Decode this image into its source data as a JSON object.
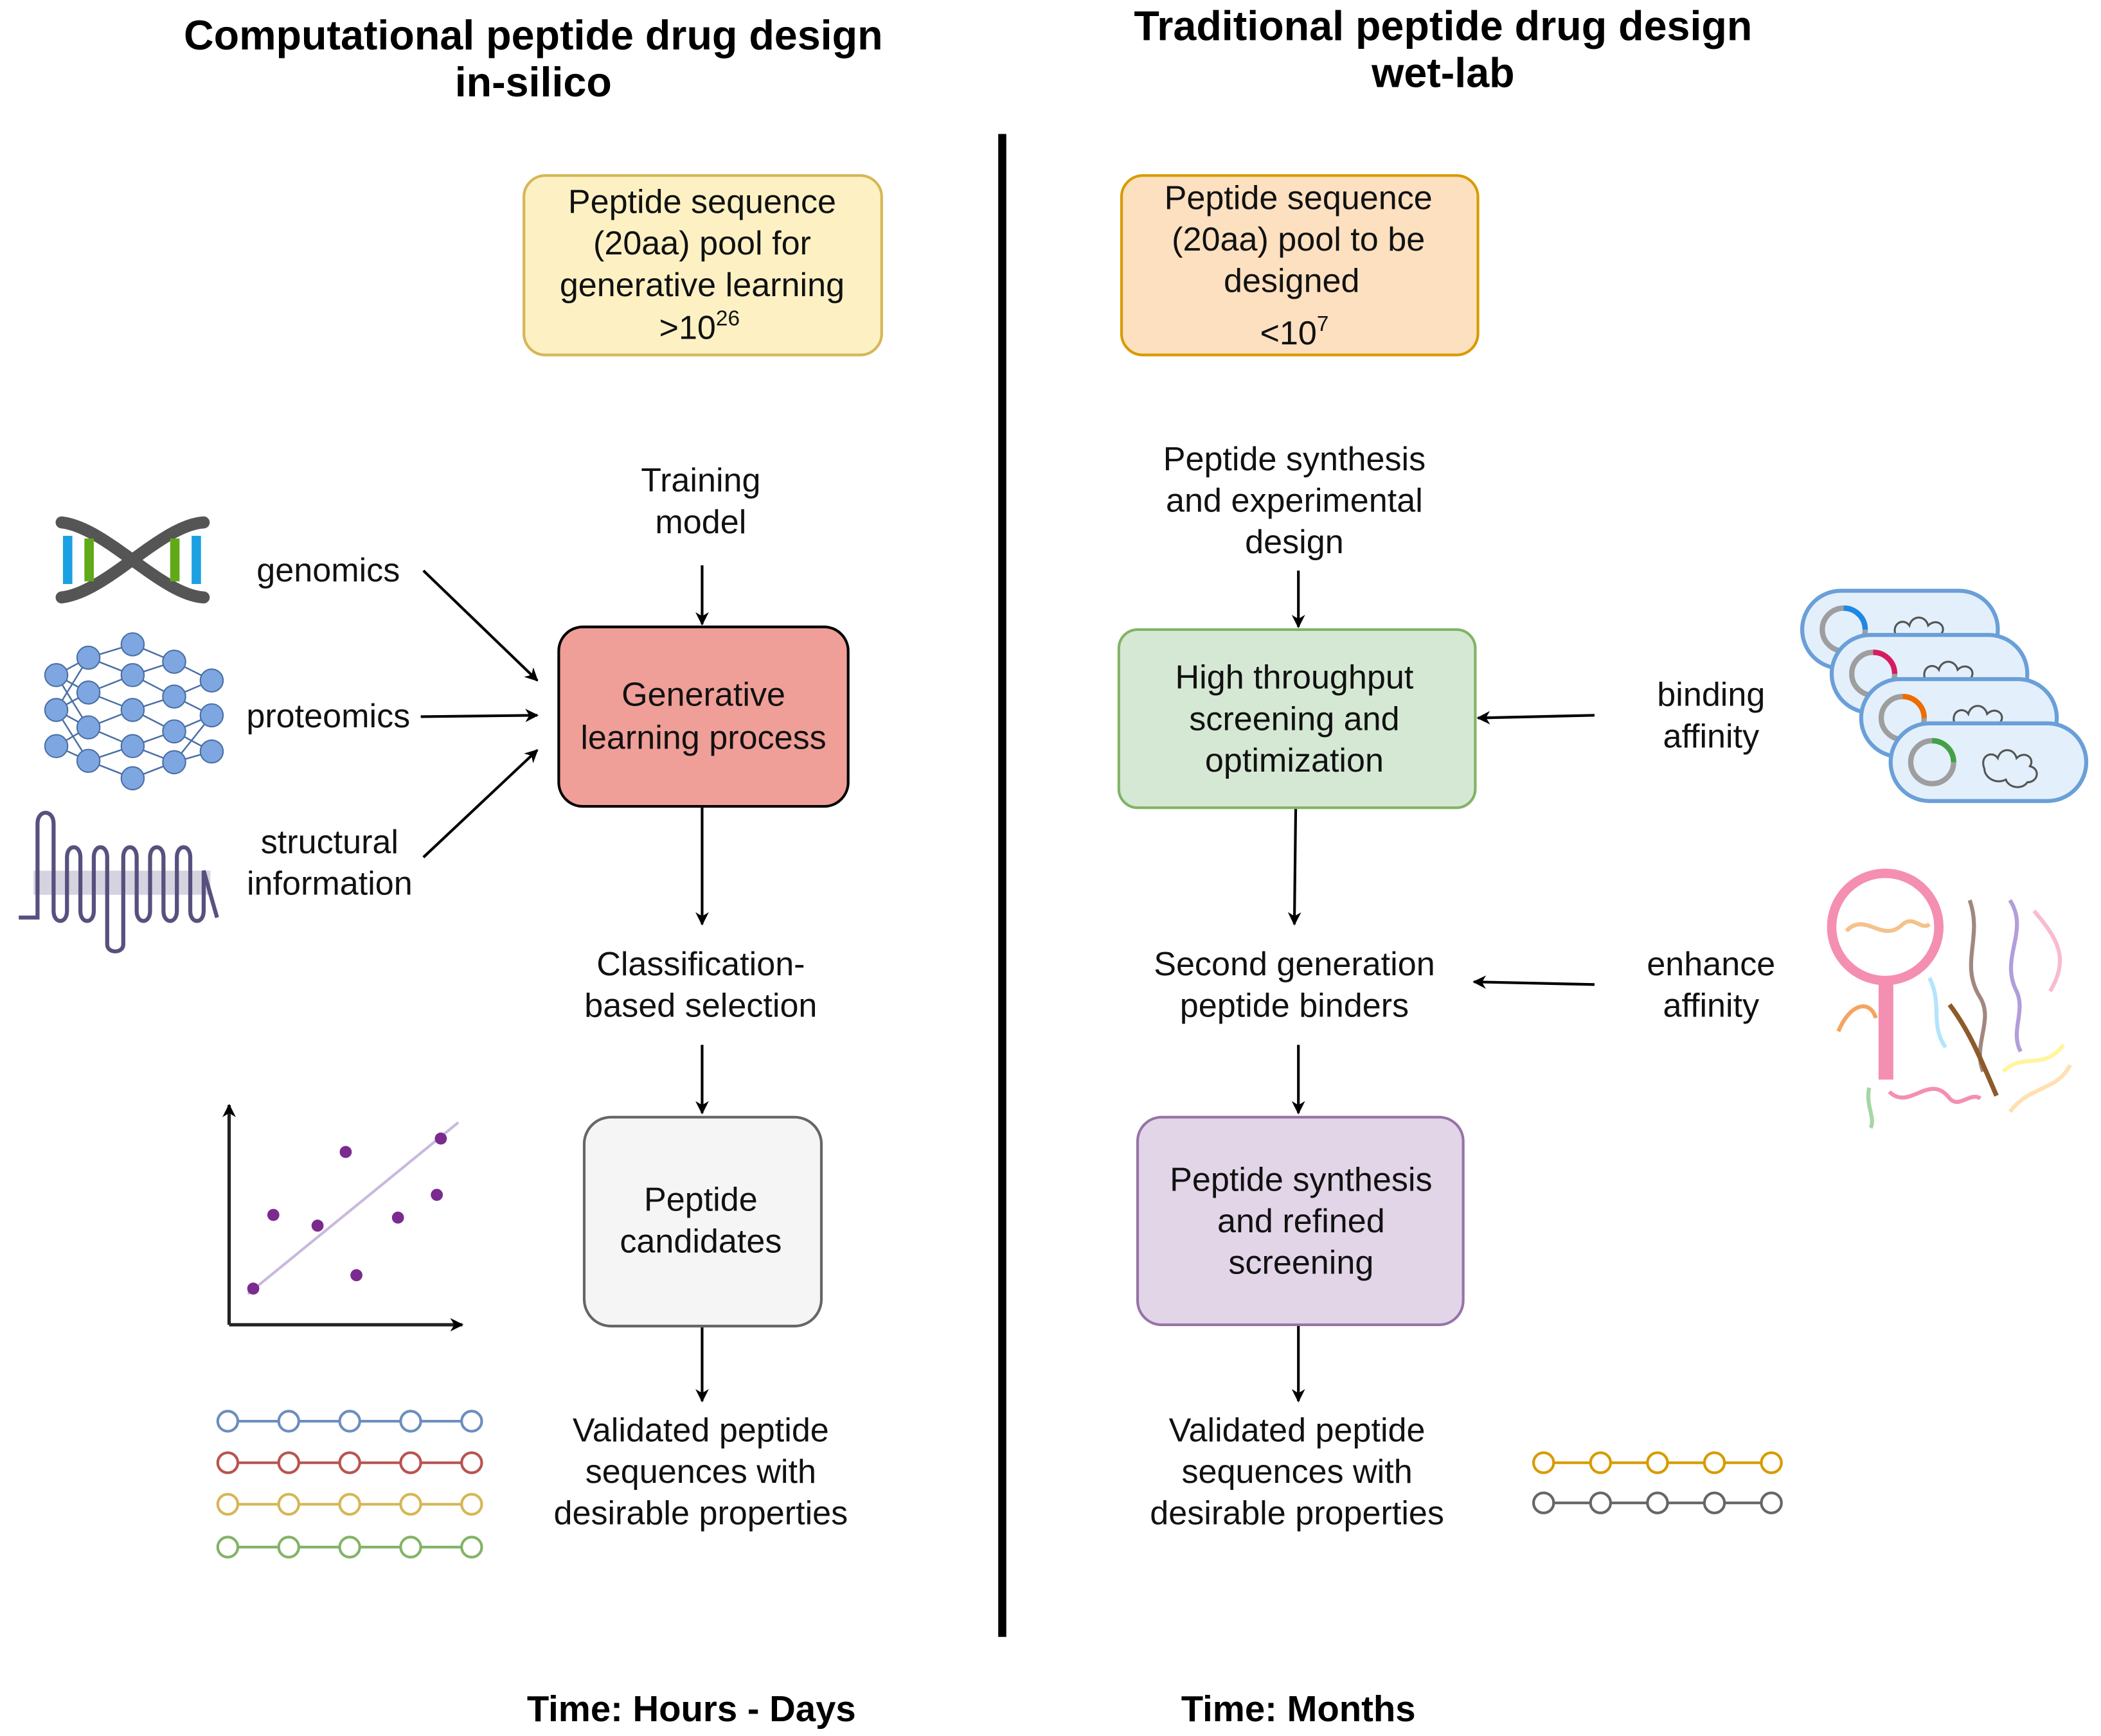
{
  "left": {
    "title_line1": "Computational peptide drug design",
    "title_line2": "in-silico",
    "pool_box": {
      "lines": [
        "Peptide sequence",
        "(20aa) pool for",
        "generative learning"
      ],
      "count_base": ">10",
      "count_exp": "26"
    },
    "training_label": [
      "Training",
      "model"
    ],
    "inputs": {
      "genomics": "genomics",
      "proteomics": "proteomics",
      "structural": [
        "structural",
        "information"
      ]
    },
    "generative_box": [
      "Generative",
      "learning process"
    ],
    "classification_label": [
      "Classification-",
      "based selection"
    ],
    "candidates_box": [
      "Peptide",
      "candidates"
    ],
    "validated_label": [
      "Validated peptide",
      "sequences with",
      "desirable properties"
    ],
    "time": "Time: Hours - Days"
  },
  "right": {
    "title_line1": "Traditional peptide drug design",
    "title_line2": "wet-lab",
    "pool_box": {
      "lines": [
        "Peptide sequence",
        "(20aa) pool to be",
        "designed"
      ],
      "count_base": "<10",
      "count_exp": "7"
    },
    "synthesis_label": [
      "Peptide synthesis",
      "and experimental",
      "design"
    ],
    "screening_box": [
      "High throughput",
      "screening and",
      "optimization"
    ],
    "binding_label": [
      "binding",
      "affinity"
    ],
    "second_gen_label": [
      "Second generation",
      "peptide binders"
    ],
    "enhance_label": [
      "enhance",
      "affinity"
    ],
    "refined_box": [
      "Peptide synthesis",
      "and refined",
      "screening"
    ],
    "validated_label": [
      "Validated peptide",
      "sequences with",
      "desirable properties"
    ],
    "time": "Time: Months"
  },
  "colors": {
    "pool_left_fill": "#fdf1c4",
    "pool_left_stroke": "#d6b656",
    "pool_right_fill": "#fde0bf",
    "pool_right_stroke": "#d79b00",
    "generative_fill": "#f09e98",
    "generative_stroke": "#000000",
    "candidates_fill": "#f5f5f5",
    "candidates_stroke": "#666666",
    "screening_fill": "#d5e8d4",
    "screening_stroke": "#82b366",
    "refined_fill": "#e1d5e7",
    "refined_stroke": "#9673a6",
    "chain_blue": "#6c8ebf",
    "chain_red": "#b85450",
    "chain_yellow": "#d6b656",
    "chain_green": "#82b366",
    "chain_orange": "#d79b00",
    "chain_gray": "#666666"
  },
  "icons": {
    "dna": "dna-helix-icon",
    "network": "protein-network-icon",
    "membrane": "transmembrane-protein-icon",
    "scatter": "scatter-plot-icon",
    "dishes": "culture-dish-stack-icon",
    "magnifier": "magnifier-peptides-icon"
  }
}
